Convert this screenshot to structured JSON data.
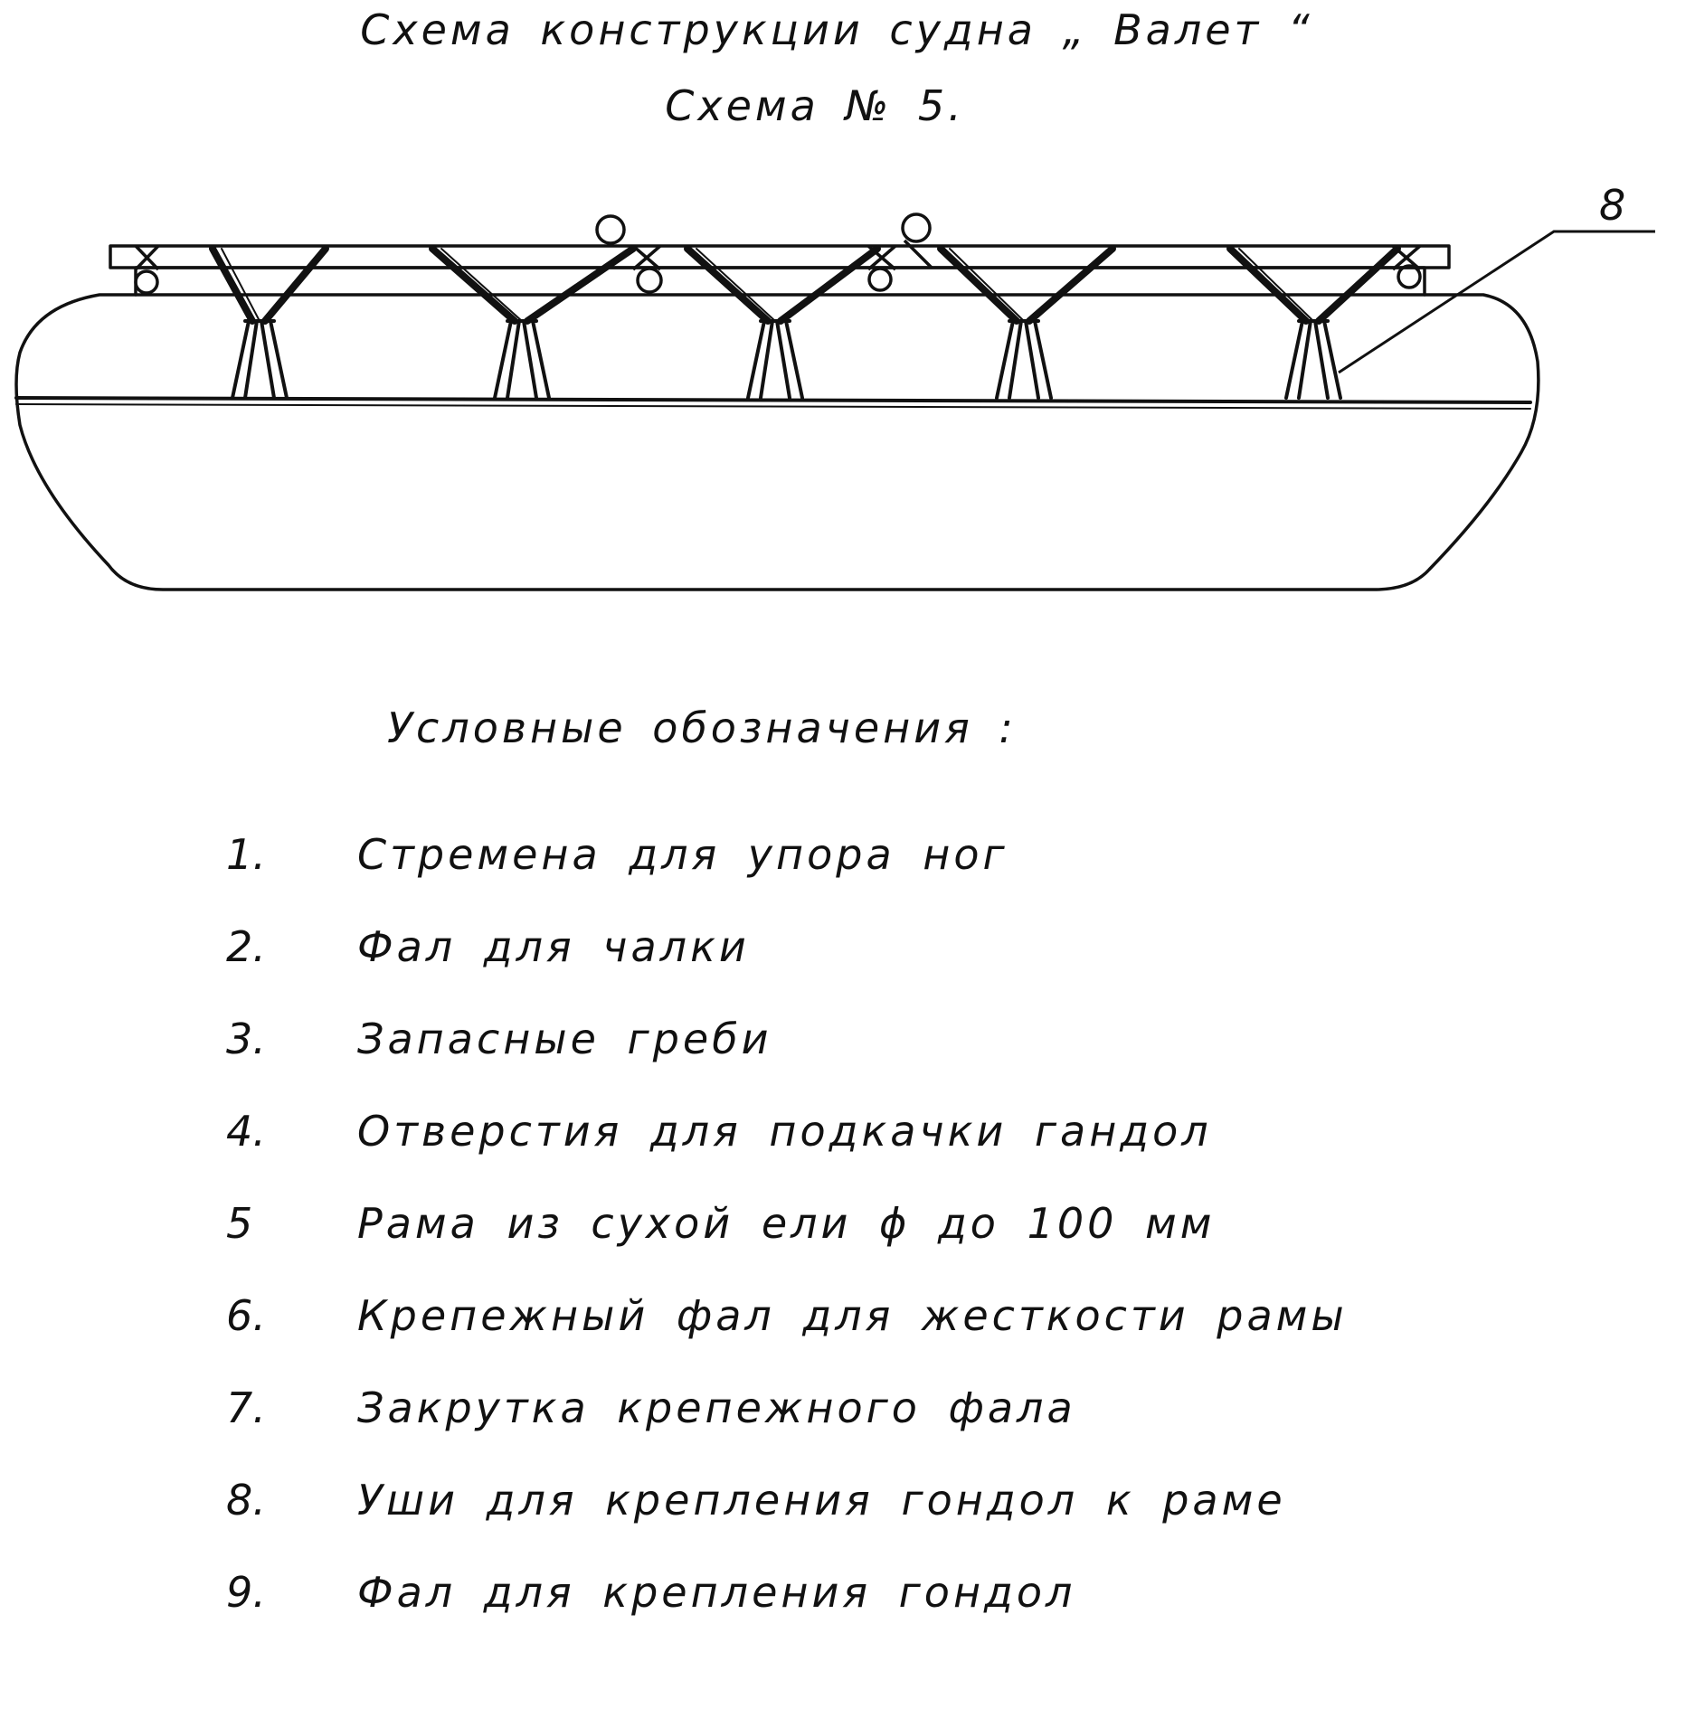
{
  "title": {
    "line1": "Схема конструкции судна „ Валет “",
    "line2": "Схема № 5."
  },
  "drawing": {
    "callout_label": "8"
  },
  "legend": {
    "heading": "Условные обозначения :",
    "items": [
      {
        "num": "1.",
        "text": "Стремена для упора ног"
      },
      {
        "num": "2.",
        "text": "Фал для чалки"
      },
      {
        "num": "3.",
        "text": "Запасные греби"
      },
      {
        "num": "4.",
        "text": "Отверстия для подкачки гандол"
      },
      {
        "num": "5",
        "text": "Рама из сухой ели ϕ до 100 мм"
      },
      {
        "num": "6.",
        "text": "Крепежный фал для жесткости рамы"
      },
      {
        "num": "7.",
        "text": "Закрутка крепежного фала"
      },
      {
        "num": "8.",
        "text": "Уши для крепления гондол к раме"
      },
      {
        "num": "9.",
        "text": "Фал для крепления гондол"
      }
    ]
  }
}
